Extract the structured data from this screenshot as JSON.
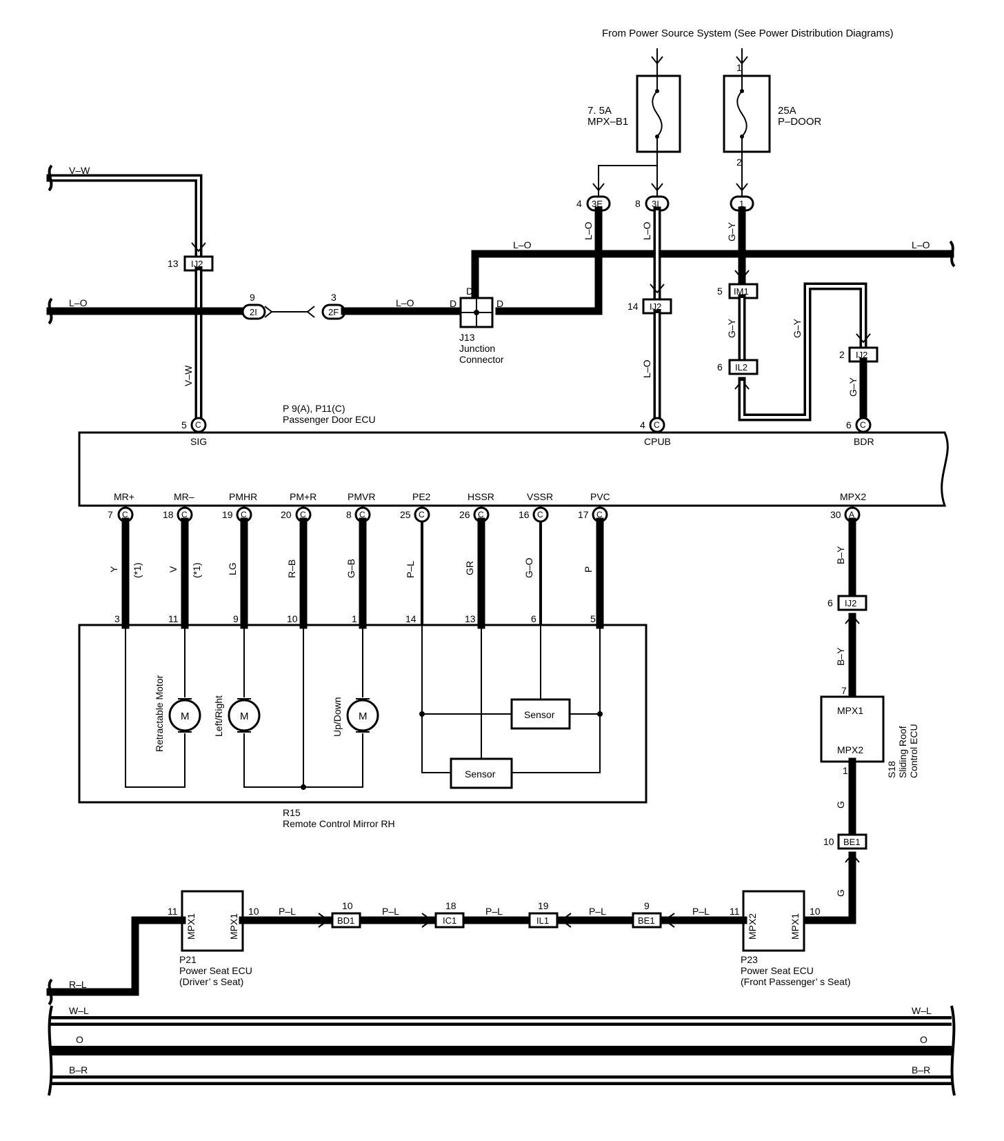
{
  "header": {
    "power_source": "From Power Source System (See Power Distribution Diagrams)"
  },
  "fuses": [
    {
      "rating": "7. 5A",
      "name": "MPX–B1",
      "pin_top": "",
      "pin_bottom": ""
    },
    {
      "rating": "25A",
      "name": "P–DOOR",
      "pin_top": "1",
      "pin_bottom": "2"
    }
  ],
  "junction_pins": {
    "j3e_pin": "4",
    "j3e": "3E",
    "j3i_pin": "8",
    "j3i": "3I",
    "j1": "1"
  },
  "wires": {
    "vw": "V–W",
    "lo": "L–O",
    "gy": "G–Y",
    "by": "B–Y",
    "g": "G",
    "pl": "P–L",
    "rl": "R–L",
    "wl": "W–L",
    "o": "O",
    "br": "B–R",
    "y": "Y",
    "v": "V",
    "star1": "(*1)",
    "lg": "LG",
    "rb": "R–B",
    "gb": "G–B",
    "p_l": "P–L",
    "gr": "GR",
    "go": "G–O",
    "p": "P"
  },
  "connectors": {
    "ij2_13": "IJ2",
    "ij2_13_pin": "13",
    "c2i": "2I",
    "c2i_pin": "9",
    "c2f": "2F",
    "c2f_pin": "3",
    "ij2_14": "IJ2",
    "ij2_14_pin": "14",
    "im1": "IM1",
    "im1_pin": "5",
    "il2": "IL2",
    "il2_pin": "6",
    "ij2_2": "IJ2",
    "ij2_2_pin": "2",
    "ij2_6": "IJ2",
    "ij2_6_pin": "6",
    "be1_10": "BE1",
    "be1_10_pin": "10",
    "bd1": "BD1",
    "bd1_pin": "10",
    "ic1": "IC1",
    "ic1_pin": "18",
    "il1": "IL1",
    "il1_pin": "19",
    "be1_9": "BE1",
    "be1_9_pin": "9"
  },
  "junction_connector": {
    "d": "D",
    "code": "J13",
    "line1": "Junction",
    "line2": "Connector"
  },
  "passenger_door_ecu": {
    "code": "P 9(A), P11(C)",
    "name": "Passenger Door ECU",
    "c": "C",
    "a": "A",
    "top_pins": [
      {
        "num": "5",
        "label": "SIG"
      },
      {
        "num": "4",
        "label": "CPUB"
      },
      {
        "num": "6",
        "label": "BDR"
      }
    ],
    "bottom_pins": [
      {
        "num": "7",
        "label": "MR+"
      },
      {
        "num": "18",
        "label": "MR–"
      },
      {
        "num": "19",
        "label": "PMHR"
      },
      {
        "num": "20",
        "label": "PM+R"
      },
      {
        "num": "8",
        "label": "PMVR"
      },
      {
        "num": "25",
        "label": "PE2"
      },
      {
        "num": "26",
        "label": "HSSR"
      },
      {
        "num": "16",
        "label": "VSSR"
      },
      {
        "num": "17",
        "label": "PVC"
      },
      {
        "num": "30",
        "label": "MPX2"
      }
    ]
  },
  "mirror": {
    "code": "R15",
    "name": "Remote Control Mirror RH",
    "pins": [
      "3",
      "11",
      "9",
      "10",
      "1",
      "14",
      "13",
      "6",
      "5"
    ],
    "motor_symbol": "M",
    "motors": [
      "Retractable Motor",
      "Left/Right",
      "Up/Down"
    ],
    "sensor": "Sensor"
  },
  "sliding_roof_ecu": {
    "code": "S18",
    "line1": "Sliding Roof",
    "line2": "Control ECU",
    "mpx1": "MPX1",
    "mpx2": "MPX2",
    "pin_top": "7",
    "pin_bottom": "1"
  },
  "seat_ecu_driver": {
    "code": "P21",
    "line1": "Power Seat ECU",
    "line2": "(Driver’ s Seat)",
    "mpx1": "MPX1",
    "pin_left": "11",
    "pin_right": "10"
  },
  "seat_ecu_passenger": {
    "code": "P23",
    "line1": "Power Seat ECU",
    "line2": "(Front Passenger’ s Seat)",
    "mpx1": "MPX1",
    "mpx2": "MPX2",
    "pin_left": "11",
    "pin_right": "10"
  }
}
